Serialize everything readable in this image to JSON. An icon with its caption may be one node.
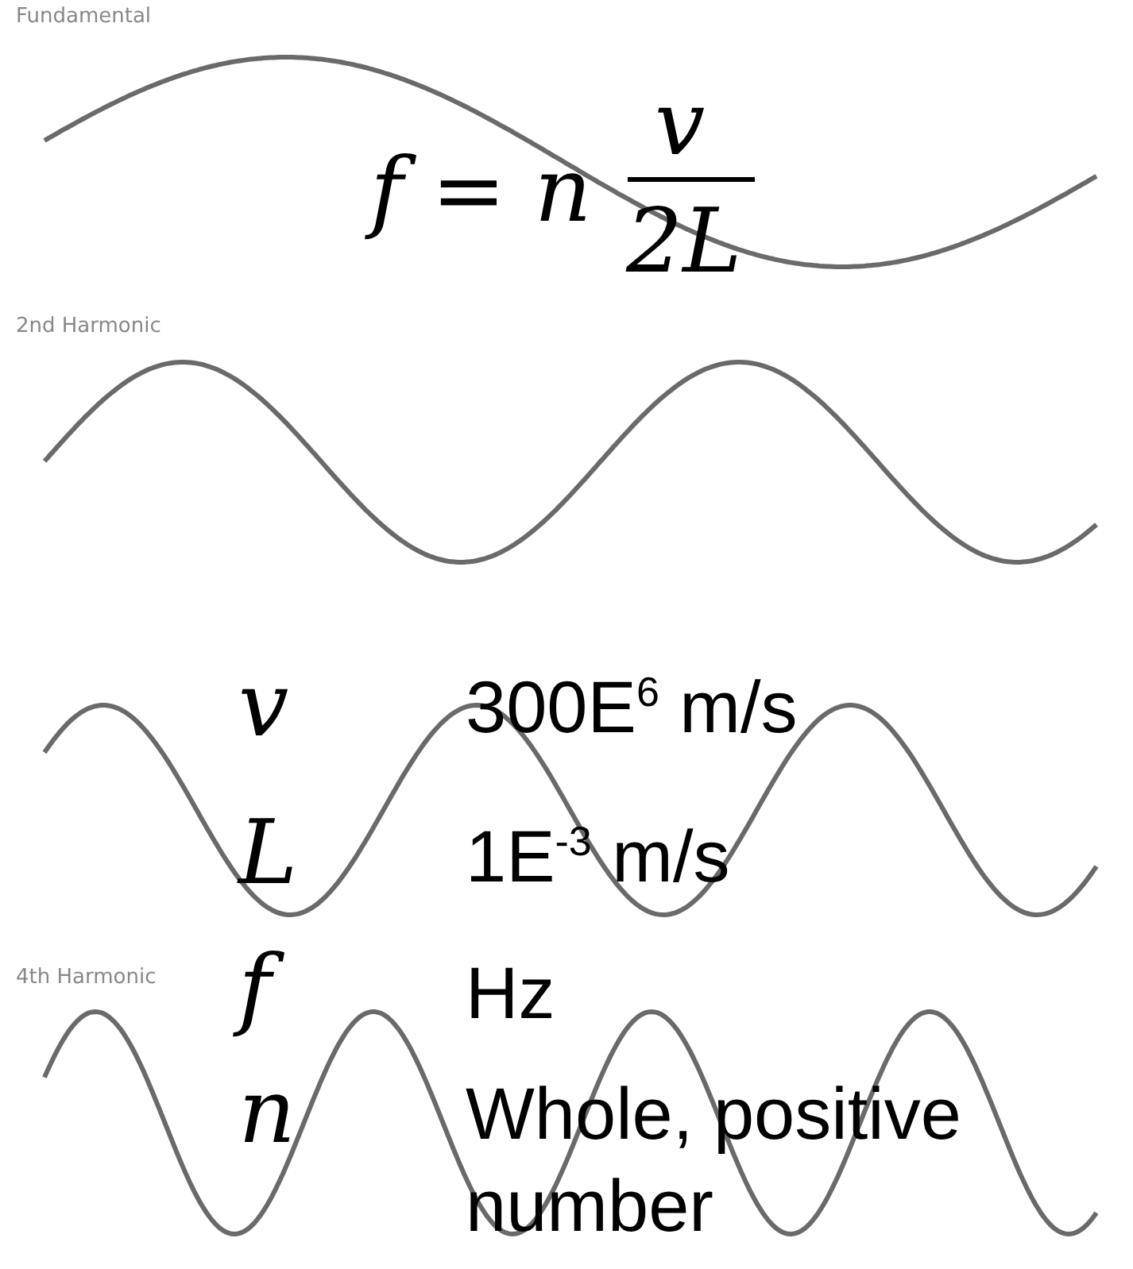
{
  "diagram": {
    "labels": [
      "Fundamental",
      "2nd Harmonic",
      "4th Harmonic",
      "f = n",
      "v",
      "2L",
      "v",
      "300E$^{6}$ m/s",
      "L",
      "1E$^{-3}$ m/s",
      "f",
      "Hz",
      "n",
      "Whole, positive number"
    ]
  }
}
